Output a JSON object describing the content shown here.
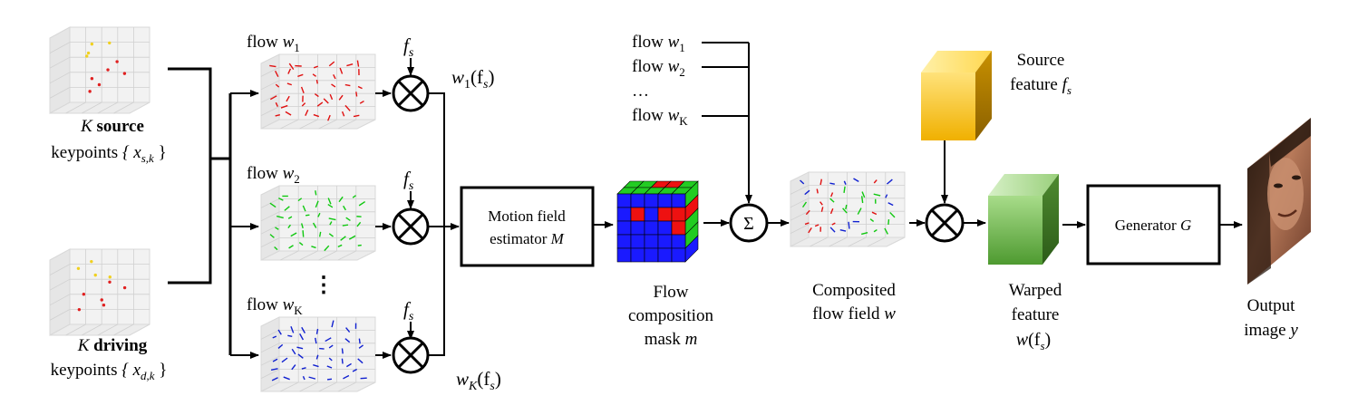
{
  "inputs": {
    "source": {
      "line1_var": "K",
      "line1_bold": "source",
      "line2_text": "keypoints",
      "line2_math": "{ x",
      "line2_sub": "s,k",
      "line2_close": "}"
    },
    "driving": {
      "line1_var": "K",
      "line1_bold": "driving",
      "line2_text": "keypoints",
      "line2_math": "{ x",
      "line2_sub": "d,k",
      "line2_close": "}"
    }
  },
  "flows": [
    {
      "label": "flow",
      "var": "w",
      "sub": "1",
      "output": "w",
      "output_sub": "1",
      "output_arg": "(f",
      "output_arg_sub": "s",
      "output_close": ")",
      "color": "#e01010"
    },
    {
      "label": "flow",
      "var": "w",
      "sub": "2",
      "color": "#10c810"
    },
    {
      "label": "flow",
      "var": "w",
      "sub": "K",
      "output": "w",
      "output_sub": "K",
      "output_arg": "(f",
      "output_arg_sub": "s",
      "output_close": ")",
      "color": "#1020d0"
    }
  ],
  "fs_label": {
    "var": "f",
    "sub": "s"
  },
  "ellipsis": "⋮",
  "motion_estimator": {
    "line1": "Motion field",
    "line2_text": "estimator",
    "line2_var": "M"
  },
  "flow_list": {
    "items": [
      {
        "label": "flow",
        "var": "w",
        "sub": "1"
      },
      {
        "label": "flow",
        "var": "w",
        "sub": "2"
      },
      {
        "label": "…"
      },
      {
        "label": "flow",
        "var": "w",
        "sub": "K"
      }
    ]
  },
  "mask": {
    "line1": "Flow",
    "line2": "composition",
    "line3_text": "mask",
    "line3_var": "m",
    "colors": {
      "blue": "#1a1aff",
      "green": "#22cc22",
      "red": "#ee1111"
    }
  },
  "sum_symbol": "Σ",
  "composited": {
    "line1": "Composited",
    "line2_text": "flow field",
    "line2_var": "w"
  },
  "source_feature": {
    "line1": "Source",
    "line2_text": "feature",
    "line2_var": "f",
    "line2_sub": "s",
    "color": "#f0b800"
  },
  "warped": {
    "line1": "Warped",
    "line2": "feature",
    "line3_var": "w",
    "line3_arg": "(f",
    "line3_sub": "s",
    "line3_close": ")",
    "color": "#5aad3a"
  },
  "generator": {
    "text": "Generator",
    "var": "G"
  },
  "output": {
    "line1": "Output",
    "line2_text": "image",
    "line2_var": "y"
  }
}
